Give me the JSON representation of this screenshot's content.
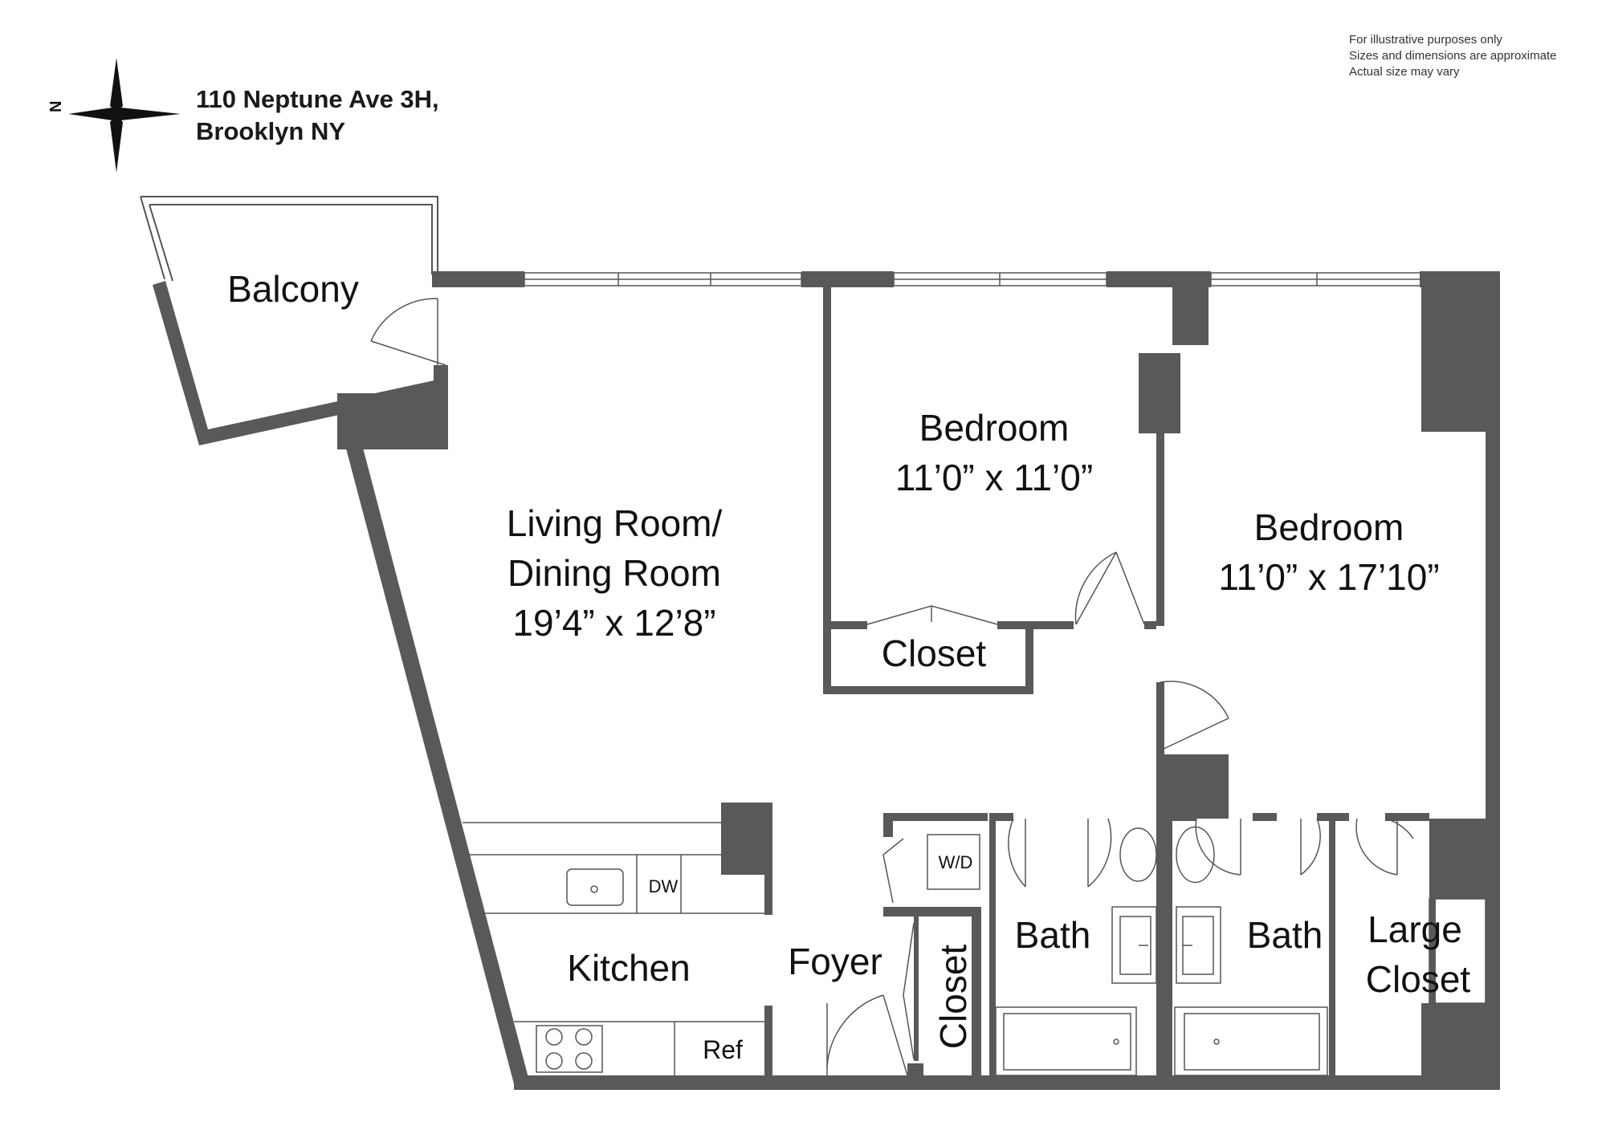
{
  "header": {
    "address_line1": "110 Neptune Ave 3H,",
    "address_line2": "Brooklyn NY",
    "compass_label": "N"
  },
  "disclaimer": {
    "line1": "For illustrative purposes only",
    "line2": "Sizes and dimensions are approximate",
    "line3": "Actual size may vary"
  },
  "rooms": {
    "balcony": "Balcony",
    "living_line1": "Living Room/",
    "living_line2": "Dining Room",
    "living_dims": "19’4” x 12’8”",
    "bedroom1_name": "Bedroom",
    "bedroom1_dims": "11’0” x 11’0”",
    "bedroom2_name": "Bedroom",
    "bedroom2_dims": "11’0” x 17’10”",
    "closet_bedroom": "Closet",
    "kitchen": "Kitchen",
    "foyer": "Foyer",
    "foyer_closet": "Closet",
    "bath1": "Bath",
    "bath2": "Bath",
    "large_closet_line1": "Large",
    "large_closet_line2": "Closet"
  },
  "fixtures": {
    "dishwasher": "DW",
    "refrigerator": "Ref",
    "washer_dryer": "W/D"
  },
  "colors": {
    "wall": "#58595b",
    "line": "#555555",
    "background": "#ffffff"
  }
}
